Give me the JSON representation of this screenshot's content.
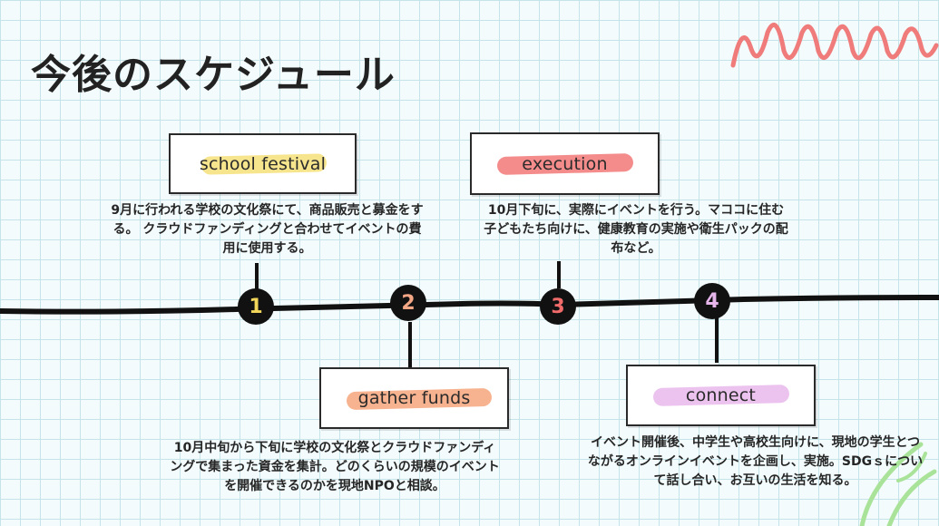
{
  "title": "今後のスケジュール",
  "colors": {
    "background": "#f4fbfc",
    "grid": "#c5e4ea",
    "line": "#111111",
    "zigzag": "#ef7b7b",
    "leaf": "#a9e39a"
  },
  "steps": [
    {
      "number": "1",
      "number_color": "#f2d65a",
      "label": "school festival",
      "highlight_color": "#f6e07a",
      "description": "9月に行われる学校の文化祭にて、商品販売と募金をする。 クラウドファンディングと合わせてイベントの費用に使用する。"
    },
    {
      "number": "2",
      "number_color": "#f4a784",
      "label": "gather funds",
      "highlight_color": "#f6a67b",
      "description": "10月中旬から下旬に学校の文化祭とクラウドファンディングで集まった資金を集計。どのくらいの規模のイベントを開催できるのかを現地NPOと相談。"
    },
    {
      "number": "3",
      "number_color": "#f26b6b",
      "label": "execution",
      "highlight_color": "#f27878",
      "description": "10月下旬に、実際にイベントを行う。マココに住む子どもたち向けに、健康教育の実施や衛生パックの配布など。"
    },
    {
      "number": "4",
      "number_color": "#e6b5ea",
      "label": "connect",
      "highlight_color": "#e9b8ec",
      "description": "イベント開催後、中学生や高校生向けに、現地の学生とつながるオンラインイベントを企画し、実施。SDGｓについて話し合い、お互いの生活を知る。"
    }
  ]
}
